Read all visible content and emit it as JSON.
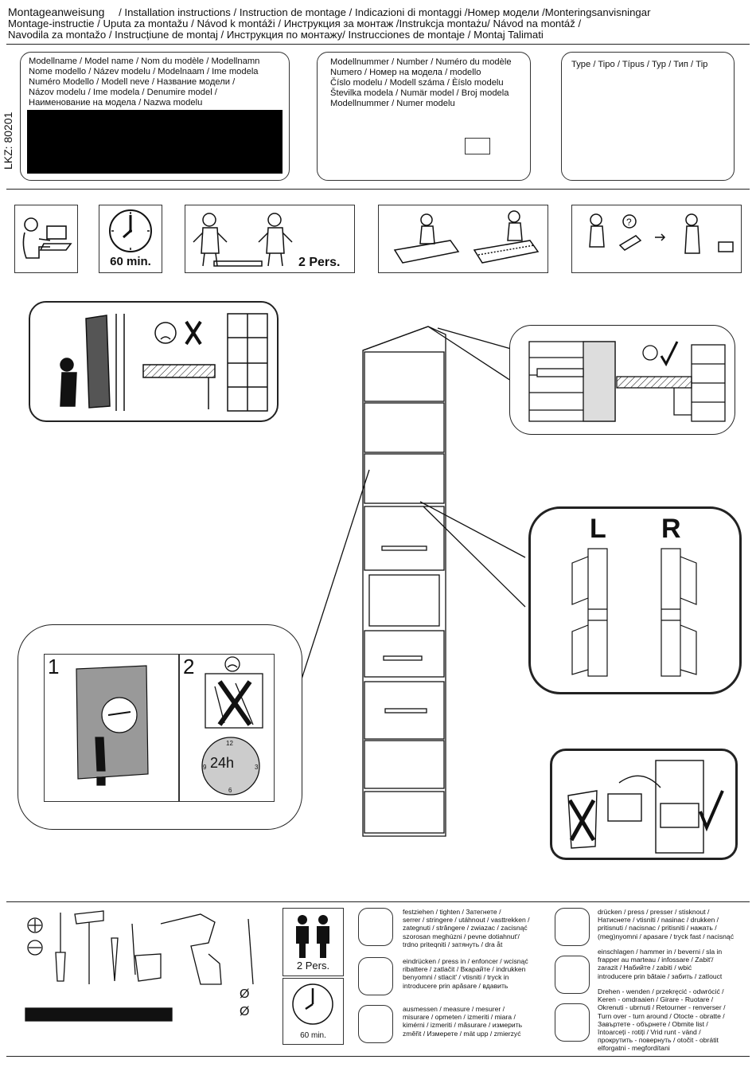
{
  "header": {
    "line1_title": "Montageanweisung",
    "line1_rest": "/ Installation instructions / Instruction de montage / Indicazioni di montaggi /Номер модели /Monteringsanvisningar",
    "line2": "Montage-instructie / Uputa za montažu / Návod k montáži / Инструкция за монтаж /Instrukcja montażu/ Návod na montáž /",
    "line3": "Navodila za montažo / Instrucțiune de montaj / Инструкция по монтажу/ Instrucciones de montaje / Montaj Talimati"
  },
  "lkz": "LKZ: 80201",
  "model_name_box": {
    "lines": [
      "Modellname / Model name / Nom du modèle / Modellnamn",
      "Nome modello / Název modelu / Modelnaam / Ime modela",
      "Numéro Modello / Modell neve / Название модели /",
      "Názov modelu / Ime modela / Denumire model /",
      "Наименование на модела / Nazwa modelu"
    ]
  },
  "model_number_box": {
    "lines": [
      "Modellnummer / Number / Numéro du modèle",
      "Numero /  Номер на модела / modello",
      "Číslo modelu / Modell száma / Èíslo modelu",
      "Številka modela / Numär model / Broj modela",
      "Modellnummer / Numer modelu"
    ]
  },
  "type_box": {
    "label": "Type / Tipo / Típus / Typ / Тип / Tip"
  },
  "info_row": {
    "time": "60 min.",
    "persons": "2 Pers."
  },
  "callouts": {
    "side_letters": [
      "L",
      "R"
    ],
    "panel1_num": "1",
    "panel2_num": "2",
    "clock_text": "24h",
    "clock_numbers": [
      "12",
      "3",
      "6",
      "9"
    ]
  },
  "footer": {
    "persons": "2 Pers.",
    "time": "60 min.",
    "diam_symbol": "Ø",
    "instructions": [
      {
        "icon": "tighten-icon",
        "text": [
          "festziehen / tighten / Затегнете /",
          "serrer / stringere / utáhnout / vasttrekken /",
          "zategnuti / strângere / zwiazac / zacisnąć",
          "szorosan meghúzni / pevne dotiahnut'/",
          "trdno priteqniti / затянуть / dra åt"
        ]
      },
      {
        "icon": "press-in-icon",
        "text": [
          "eindrücken / press in / enfoncer / wcisnąć",
          "ribattere / zatlačit / Вкарайте / indrukken",
          "benyomni / stlacit' / vtisniti / tryck in",
          "introducere prin apăsare / вдавить"
        ]
      },
      {
        "icon": "measure-icon",
        "text": [
          "ausmessen / measure / mesurer /",
          "misurare / opmeten / izmeriti / miara /",
          "kimérni / izmeriti / măsurare / измерить",
          "změřit / Измерете / mät upp / zmierzyć"
        ]
      },
      {
        "icon": "press-hand-icon",
        "text": [
          "drücken / press / presser / stisknout /",
          "Натиснете / vtisniti / nasinac / drukken /",
          "pritisnuti / nacisnac / pritisniti / нажать /",
          "(meg)nyomni / apasare / tryck fast / nacisnąć"
        ]
      },
      {
        "icon": "hammer-in-icon",
        "text": [
          "einschlagen / hammer in / beverni / sla in",
          "frapper au marteau / infossare / Zabit'/",
          "zarazit / Набийте / zabiti / wbić",
          "introducere prin bătaie / забить / zatlouct"
        ]
      },
      {
        "icon": "turn-over-icon",
        "text": [
          "Drehen - wenden / przekręcić - odwrócić /",
          "Keren - omdraaien / Girare - Ruotare /",
          "Okrenuti - ubrnuti / Retourner - renverser /",
          "Turn over - turn around / Otocte - obratte /",
          "Завъртете - обърнете / Obmite list /",
          "întoarceți - rotiți / Vrid runt - vänd /",
          "прокрутить - повернуть / otočit - obrátit",
          "elforgatni - megfordítani"
        ]
      }
    ]
  }
}
